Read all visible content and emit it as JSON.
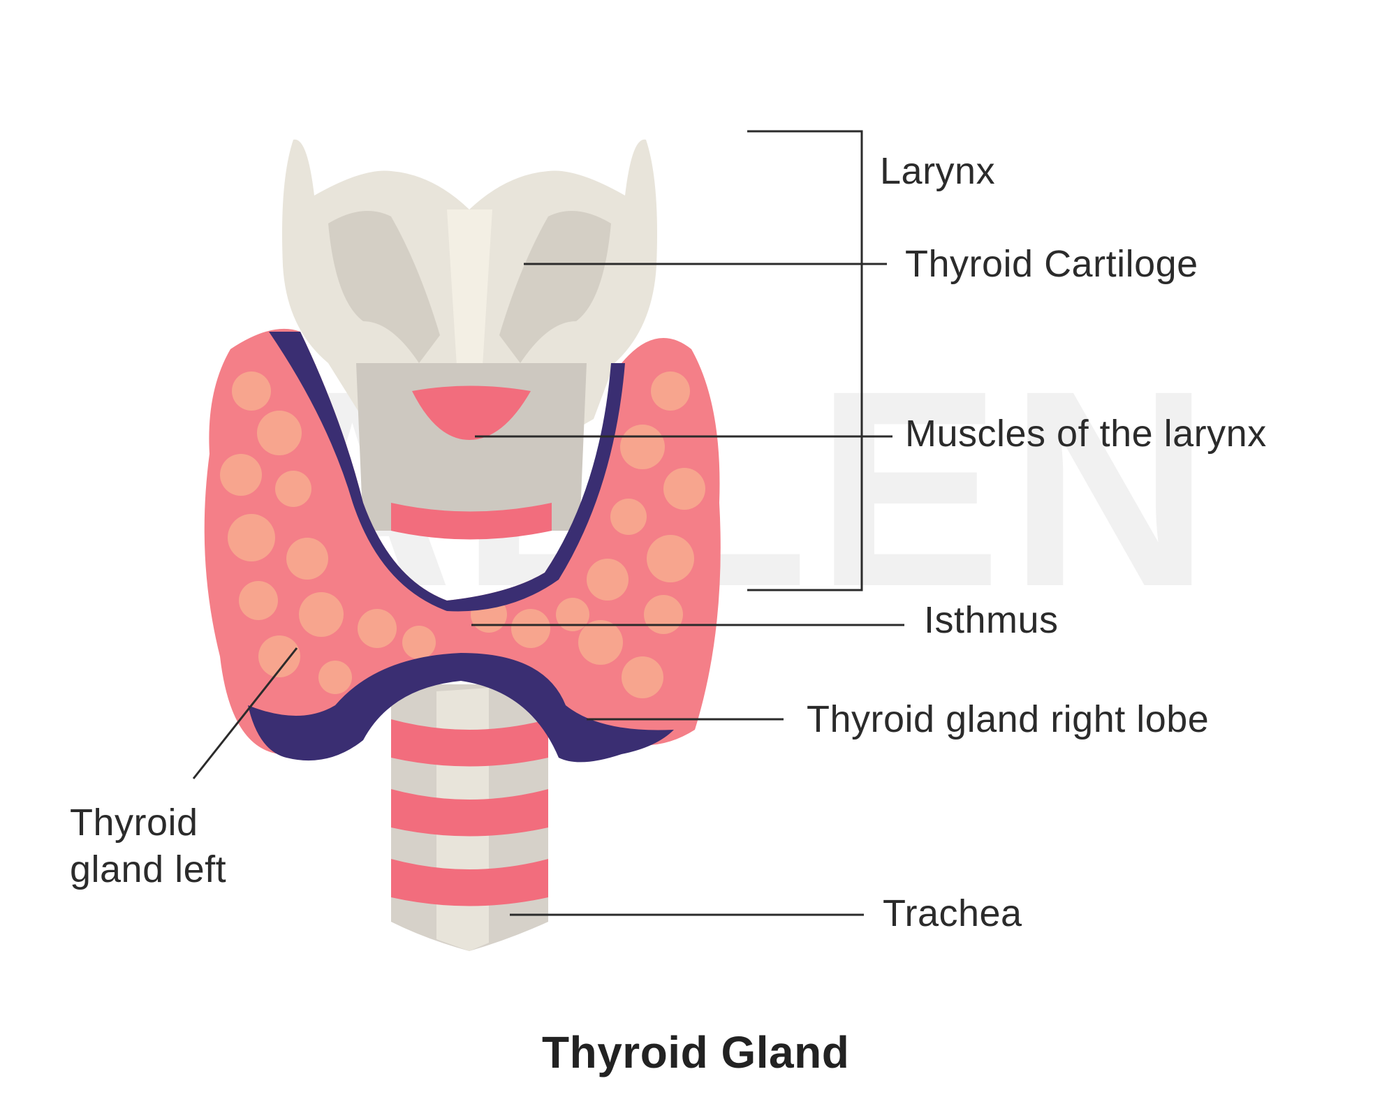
{
  "watermark": "ALLEN",
  "labels": {
    "larynx": "Larynx",
    "thyroid_cartilage": "Thyroid Cartiloge",
    "muscles": "Muscles of the larynx",
    "isthmus": "Isthmus",
    "right_lobe": "Thyroid gland right lobe",
    "left_lobe_line1": "Thyroid",
    "left_lobe_line2": "gland left",
    "trachea": "Trachea"
  },
  "title": "Thyroid Gland",
  "colors": {
    "cartilage": "#e8e4da",
    "cartilage_shadow": "#d4cfc5",
    "gland": "#f47f88",
    "gland_nodule": "#f7a58e",
    "outline": "#3a2e72",
    "trachea_ring": "#f26d7d",
    "leader": "#2b2b2b"
  }
}
